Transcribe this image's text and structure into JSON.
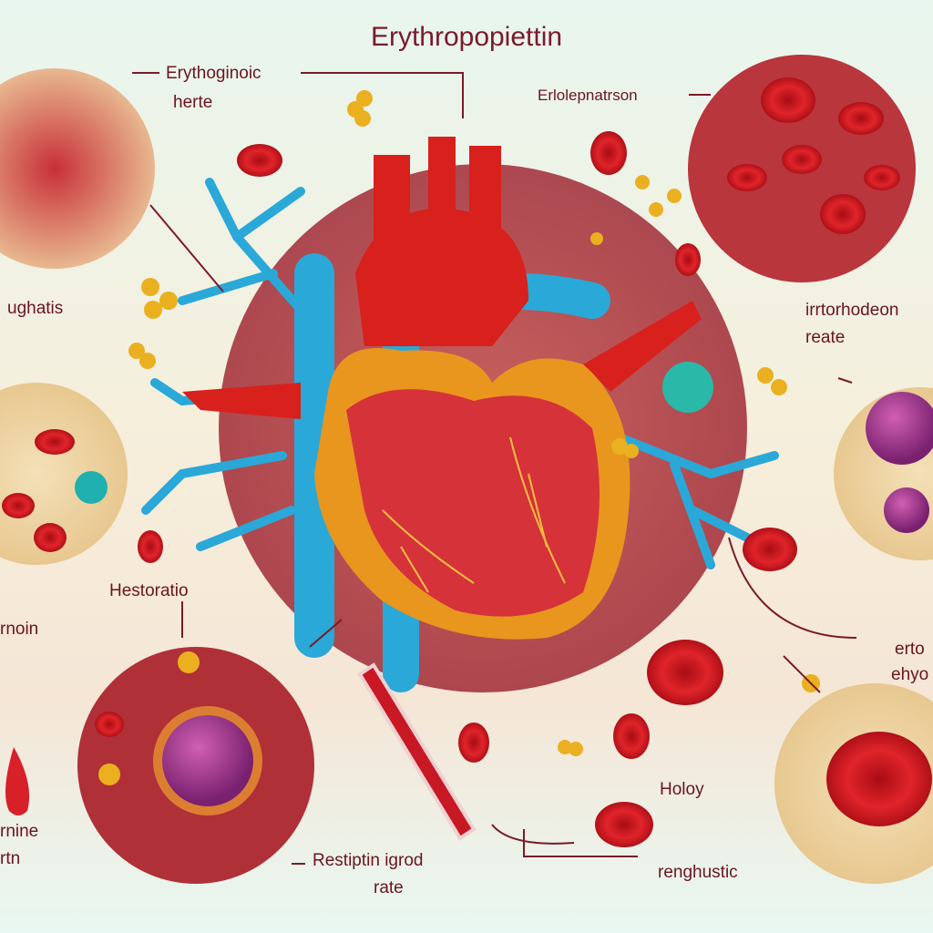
{
  "title": "Erythropopiettin",
  "labels": {
    "top_left_1": "Erythoginoic",
    "top_left_2": "herte",
    "top_right": "Erlolepnatrson",
    "left_mid": "ughatis",
    "right_mid_1": "irrtorhodeon",
    "right_mid_2": "reate",
    "lower_left": "Hestoratio",
    "far_left_1": "rnoin",
    "far_left_2": "rnine",
    "far_left_3": "rtn",
    "bottom_center_1": "Restiptin igrod",
    "bottom_center_2": "rate",
    "lower_right": "Holoy",
    "bottom_right": "renghustic",
    "right_edge_1": "erto",
    "right_edge_2": "ehyo"
  },
  "colors": {
    "blood_red": "#c8141e",
    "vein_blue": "#2aa8d8",
    "heart_orange": "#e89a20",
    "circle_bg": "#b83a40",
    "label": "#6a1420"
  }
}
